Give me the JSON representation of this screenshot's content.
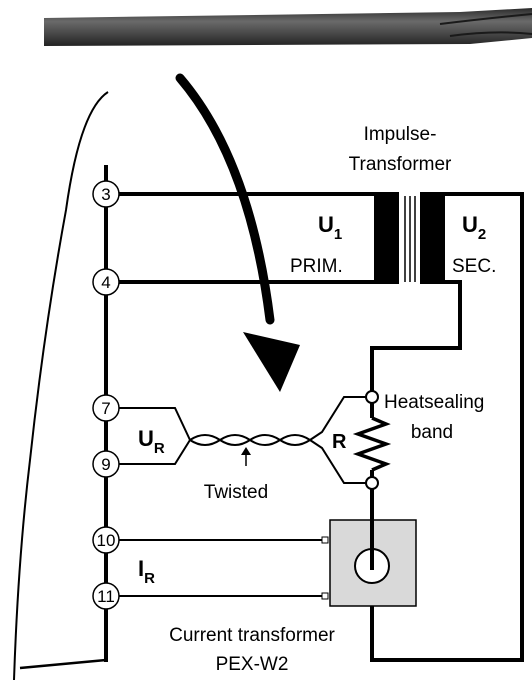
{
  "transformer": {
    "title_line1": "Impulse-",
    "title_line2": "Transformer",
    "primary_symbol": "U",
    "primary_index": "1",
    "primary_label": "PRIM.",
    "secondary_symbol": "U",
    "secondary_index": "2",
    "secondary_label": "SEC."
  },
  "terminals": [
    "3",
    "4",
    "7",
    "9",
    "10",
    "11"
  ],
  "voltage_measurement": {
    "symbol": "U",
    "index": "R",
    "cable_label": "Twisted"
  },
  "heater": {
    "resistor_label": "R",
    "label_line1": "Heatsealing",
    "label_line2": "band"
  },
  "current_measurement": {
    "symbol": "I",
    "index": "R",
    "device_line1": "Current transformer",
    "device_line2": "PEX-W2"
  },
  "colors": {
    "wire": "#000000",
    "cable": "#4a4a4a",
    "device_fill": "#d9d9d9"
  }
}
